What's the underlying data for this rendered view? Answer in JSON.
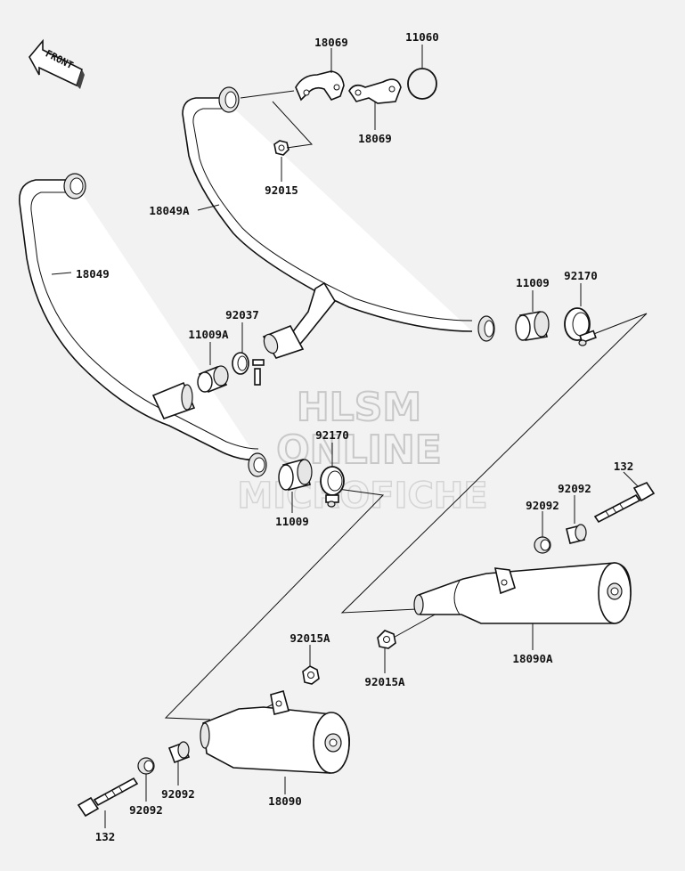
{
  "diagram": {
    "front_indicator": "FRONT",
    "watermark": {
      "line1": "HLSM",
      "line2": "ONLINE",
      "line3": "MICROFICHE"
    },
    "labels": {
      "p18069_top": "18069",
      "p11060": "11060",
      "p18069_bottom": "18069",
      "p92015": "92015",
      "p18049A": "18049A",
      "p18049": "18049",
      "p92037": "92037",
      "p11009A": "11009A",
      "p11009_right": "11009",
      "p92170_right": "92170",
      "p92170_mid": "92170",
      "p11009_mid": "11009",
      "p132_right": "132",
      "p92092_r1": "92092",
      "p92092_r2": "92092",
      "p92015A_left": "92015A",
      "p92015A_right": "92015A",
      "p18090A": "18090A",
      "p18090": "18090",
      "p92092_l1": "92092",
      "p92092_l2": "92092",
      "p132_left": "132"
    }
  }
}
